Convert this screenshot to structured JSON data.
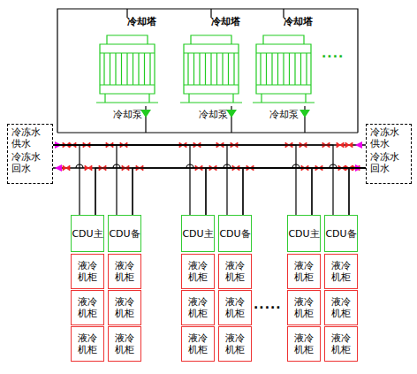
{
  "diagram": {
    "nodes": [
      {
        "text": [
          "冷却塔"
        ]
      },
      {
        "text": [
          "冷却塔"
        ]
      },
      {
        "text": [
          "冷却塔"
        ]
      },
      {
        "text": [
          "冷冻水供水",
          "冷冻水回水"
        ]
      },
      {
        "text": [
          "冷冻水供水",
          "冷冻水回水"
        ]
      },
      {
        "text": [
          "CDU主"
        ]
      },
      {
        "text": [
          "CDU备"
        ]
      },
      {
        "text": [
          "CDU主"
        ]
      },
      {
        "text": [
          "CDU备"
        ]
      },
      {
        "text": [
          "CDU主"
        ]
      },
      {
        "text": [
          "CDU备"
        ]
      },
      {
        "text": [
          "液冷机柜"
        ]
      },
      {
        "text": [
          "液冷机柜"
        ]
      },
      {
        "text": [
          "液冷机柜"
        ]
      },
      {
        "text": [
          "液冷机柜"
        ]
      },
      {
        "text": [
          "液冷机柜"
        ]
      },
      {
        "text": [
          "液冷机柜"
        ]
      },
      {
        "text": [
          "液冷机柜"
        ]
      },
      {
        "text": [
          "液冷机柜"
        ]
      },
      {
        "text": [
          "液冷机柜"
        ]
      },
      {
        "text": [
          "液冷机柜"
        ]
      },
      {
        "text": [
          "液冷机柜"
        ]
      },
      {
        "text": [
          "液冷机柜"
        ]
      },
      {
        "text": [
          "液冷机柜"
        ]
      },
      {
        "text": [
          "液冷机柜"
        ]
      },
      {
        "text": [
          "液冷机柜"
        ]
      },
      {
        "text": [
          "液冷机柜"
        ]
      },
      {
        "text": [
          "液冷机柜"
        ]
      },
      {
        "text": [
          "液冷机柜"
        ]
      }
    ],
    "edges": [
      {
        "from": 3,
        "to": 5,
        "arrow": "none"
      },
      {
        "from": 3,
        "to": 6,
        "arrow": "none"
      },
      {
        "from": 3,
        "to": 7,
        "arrow": "none"
      },
      {
        "from": 3,
        "to": 8,
        "arrow": "none"
      },
      {
        "from": 3,
        "to": 9,
        "arrow": "none"
      },
      {
        "from": 3,
        "to": 10,
        "arrow": "none"
      },
      {
        "from": 4,
        "to": 5,
        "arrow": "none"
      },
      {
        "from": 4,
        "to": 6,
        "arrow": "none"
      },
      {
        "from": 4,
        "to": 7,
        "arrow": "none"
      },
      {
        "from": 4,
        "to": 8,
        "arrow": "none"
      },
      {
        "from": 4,
        "to": 9,
        "arrow": "none"
      },
      {
        "from": 4,
        "to": 10,
        "arrow": "none"
      }
    ],
    "labels": [
      "冷却泵",
      "冷却泵",
      "冷却泵",
      "····",
      "·····"
    ]
  }
}
